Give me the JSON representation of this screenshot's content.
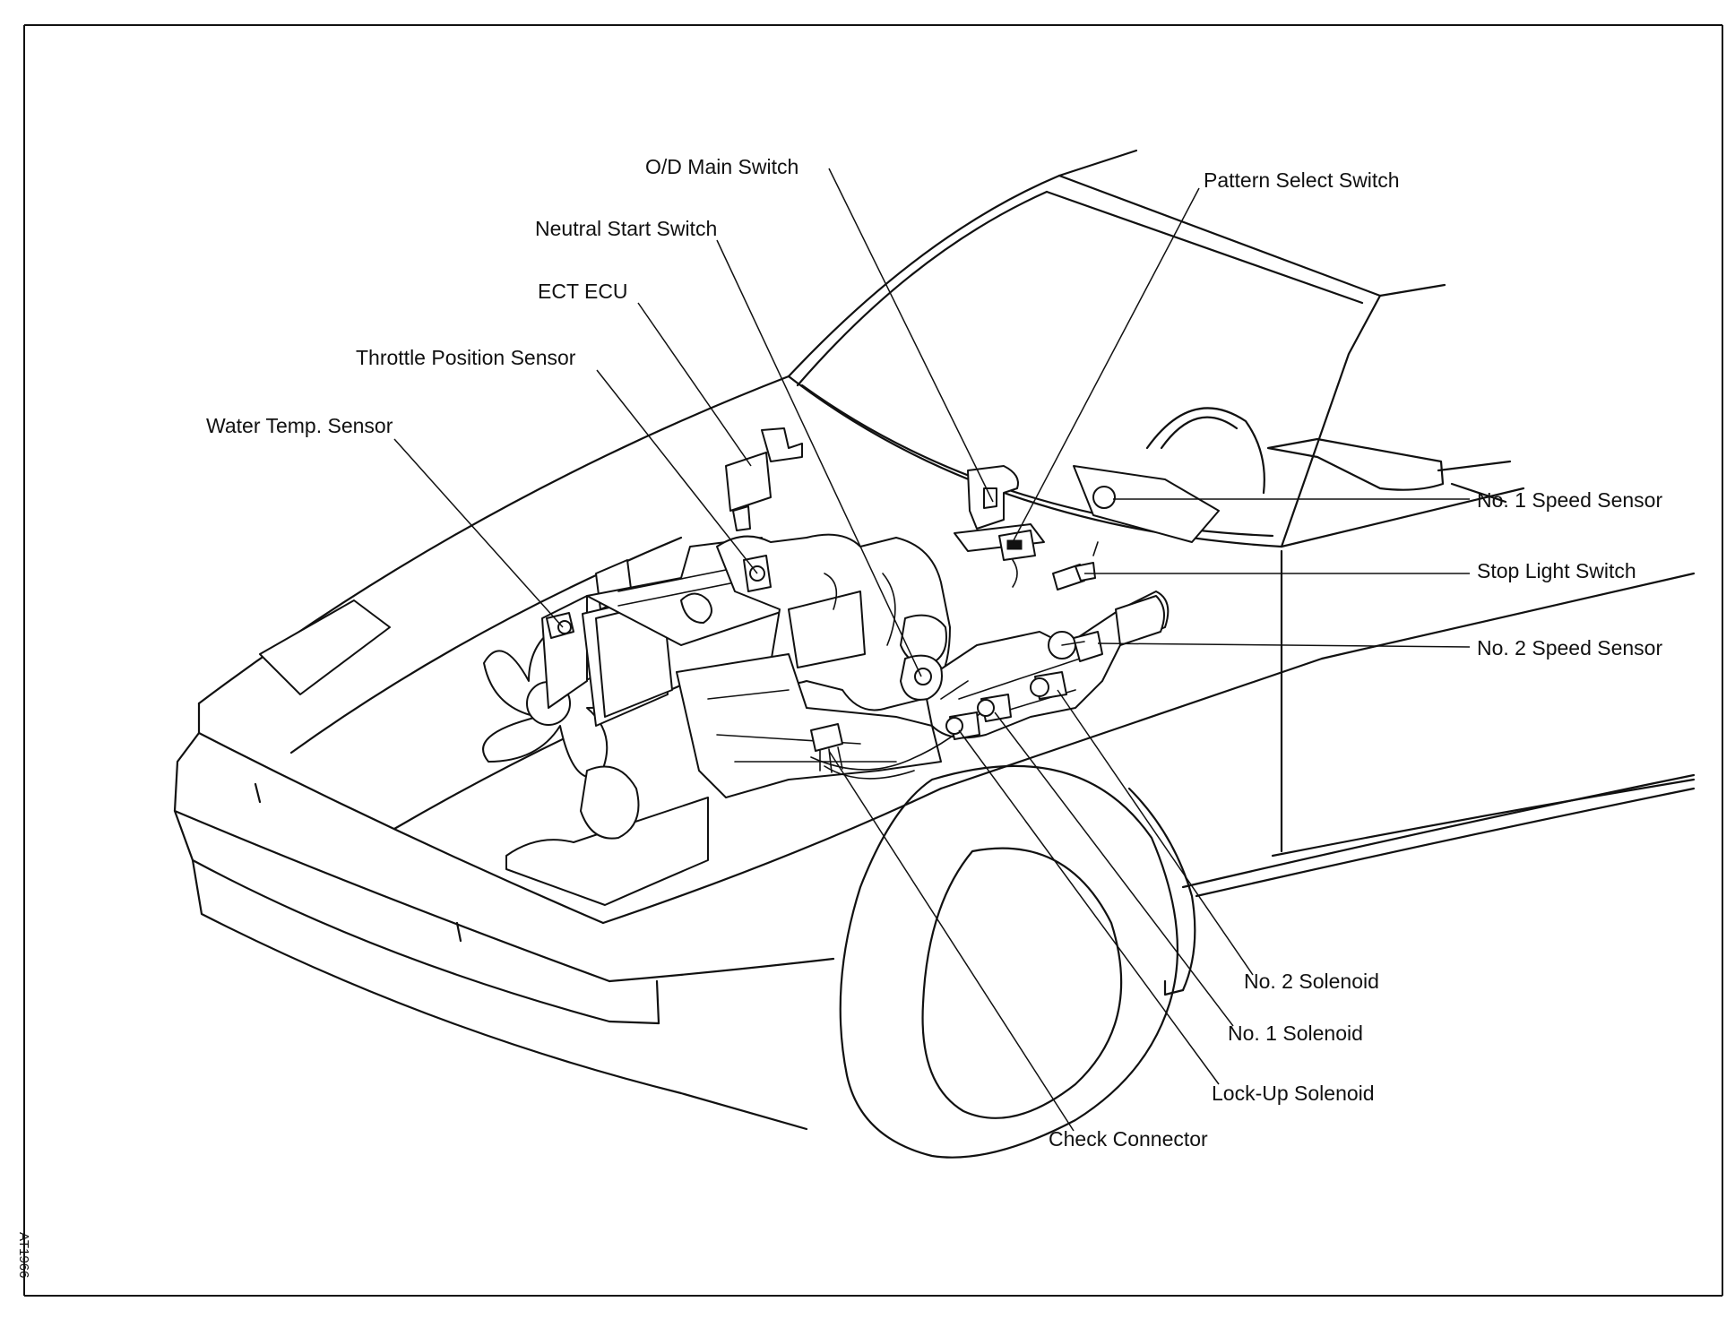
{
  "labels": {
    "od_main_switch": "O/D Main Switch",
    "pattern_select_switch": "Pattern Select Switch",
    "neutral_start_switch": "Neutral Start Switch",
    "ect_ecu": "ECT ECU",
    "throttle_position_sensor": "Throttle Position Sensor",
    "water_temp_sensor": "Water Temp. Sensor",
    "no1_speed_sensor": "No. 1 Speed Sensor",
    "stop_light_switch": "Stop Light Switch",
    "no2_speed_sensor": "No. 2 Speed Sensor",
    "no2_solenoid": "No. 2 Solenoid",
    "no1_solenoid": "No. 1 Solenoid",
    "lockup_solenoid": "Lock-Up Solenoid",
    "check_connector": "Check Connector"
  },
  "figure_code": "AT1966",
  "colors": {
    "ink": "#111111",
    "paper": "#ffffff"
  }
}
